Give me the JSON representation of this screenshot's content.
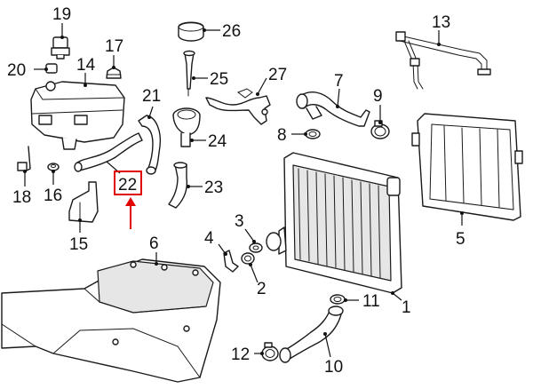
{
  "colors": {
    "line": "#1a1a1a",
    "highlight": "#e00000",
    "background": "#ffffff"
  },
  "callouts": {
    "c1": "1",
    "c2": "2",
    "c3": "3",
    "c4": "4",
    "c5": "5",
    "c6": "6",
    "c7": "7",
    "c8": "8",
    "c9": "9",
    "c10": "10",
    "c11": "11",
    "c12": "12",
    "c13": "13",
    "c14": "14",
    "c15": "15",
    "c16": "16",
    "c17": "17",
    "c18": "18",
    "c19": "19",
    "c20": "20",
    "c21": "21",
    "c22": "22",
    "c23": "23",
    "c24": "24",
    "c25": "25",
    "c26": "26",
    "c27": "27"
  },
  "highlighted_callout": "22"
}
